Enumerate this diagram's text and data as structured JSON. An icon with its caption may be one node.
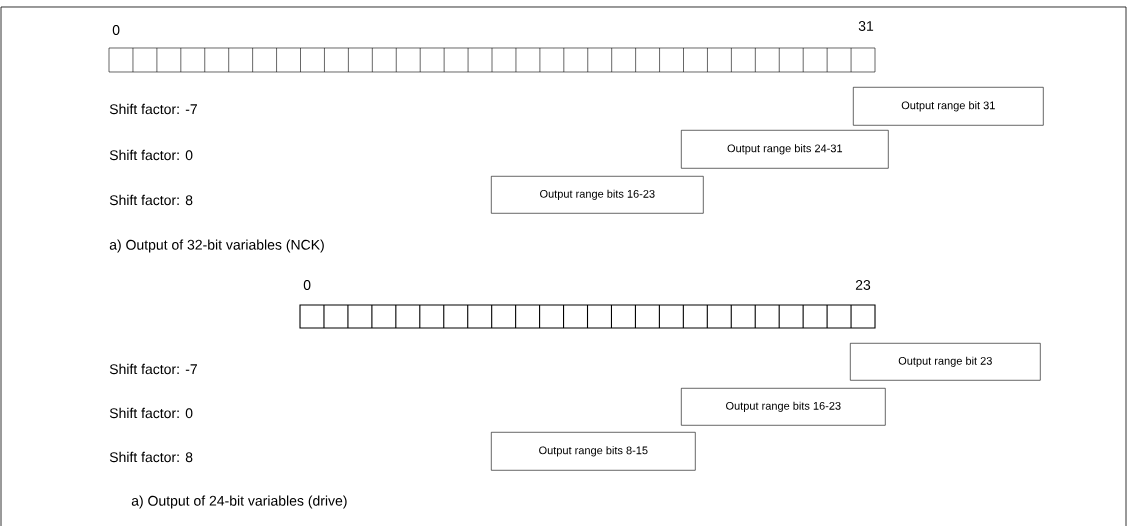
{
  "diagram": {
    "nodes": [
      {
        "text": [
          "Output range bit 31"
        ]
      },
      {
        "text": [
          "Output range bits 24-31"
        ]
      },
      {
        "text": [
          "Output range bits 16-23"
        ]
      },
      {
        "text": [
          "Output range bit 23"
        ]
      },
      {
        "text": [
          "Output range bits 16-23"
        ]
      },
      {
        "text": [
          "Output range bits 8-15"
        ]
      }
    ],
    "labels": [
      "0",
      "31",
      "Shift factor: -7",
      "Shift factor: 0",
      "Shift factor: 8",
      "a) Output of 32-bit variables (NCK)",
      "0",
      "23",
      "Shift factor: -7",
      "Shift factor: 0",
      "Shift factor: 8",
      "a) Output of 24-bit variables (drive)"
    ]
  }
}
